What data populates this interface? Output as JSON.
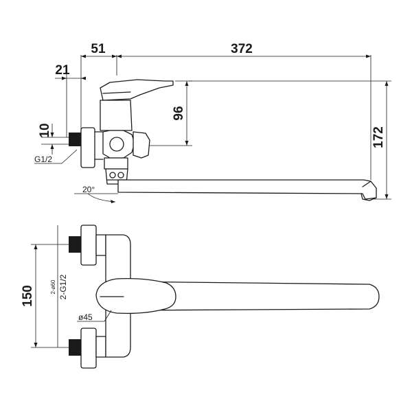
{
  "dimensions": {
    "d51": "51",
    "d372": "372",
    "d21": "21",
    "d96": "96",
    "d10": "10",
    "d172": "172",
    "d150": "150"
  },
  "annotations": {
    "thread": "G1/2",
    "angle": "20°",
    "diameter": "ø45",
    "connection_count": "2-ø60",
    "connection_thread": "2-G1/2"
  }
}
